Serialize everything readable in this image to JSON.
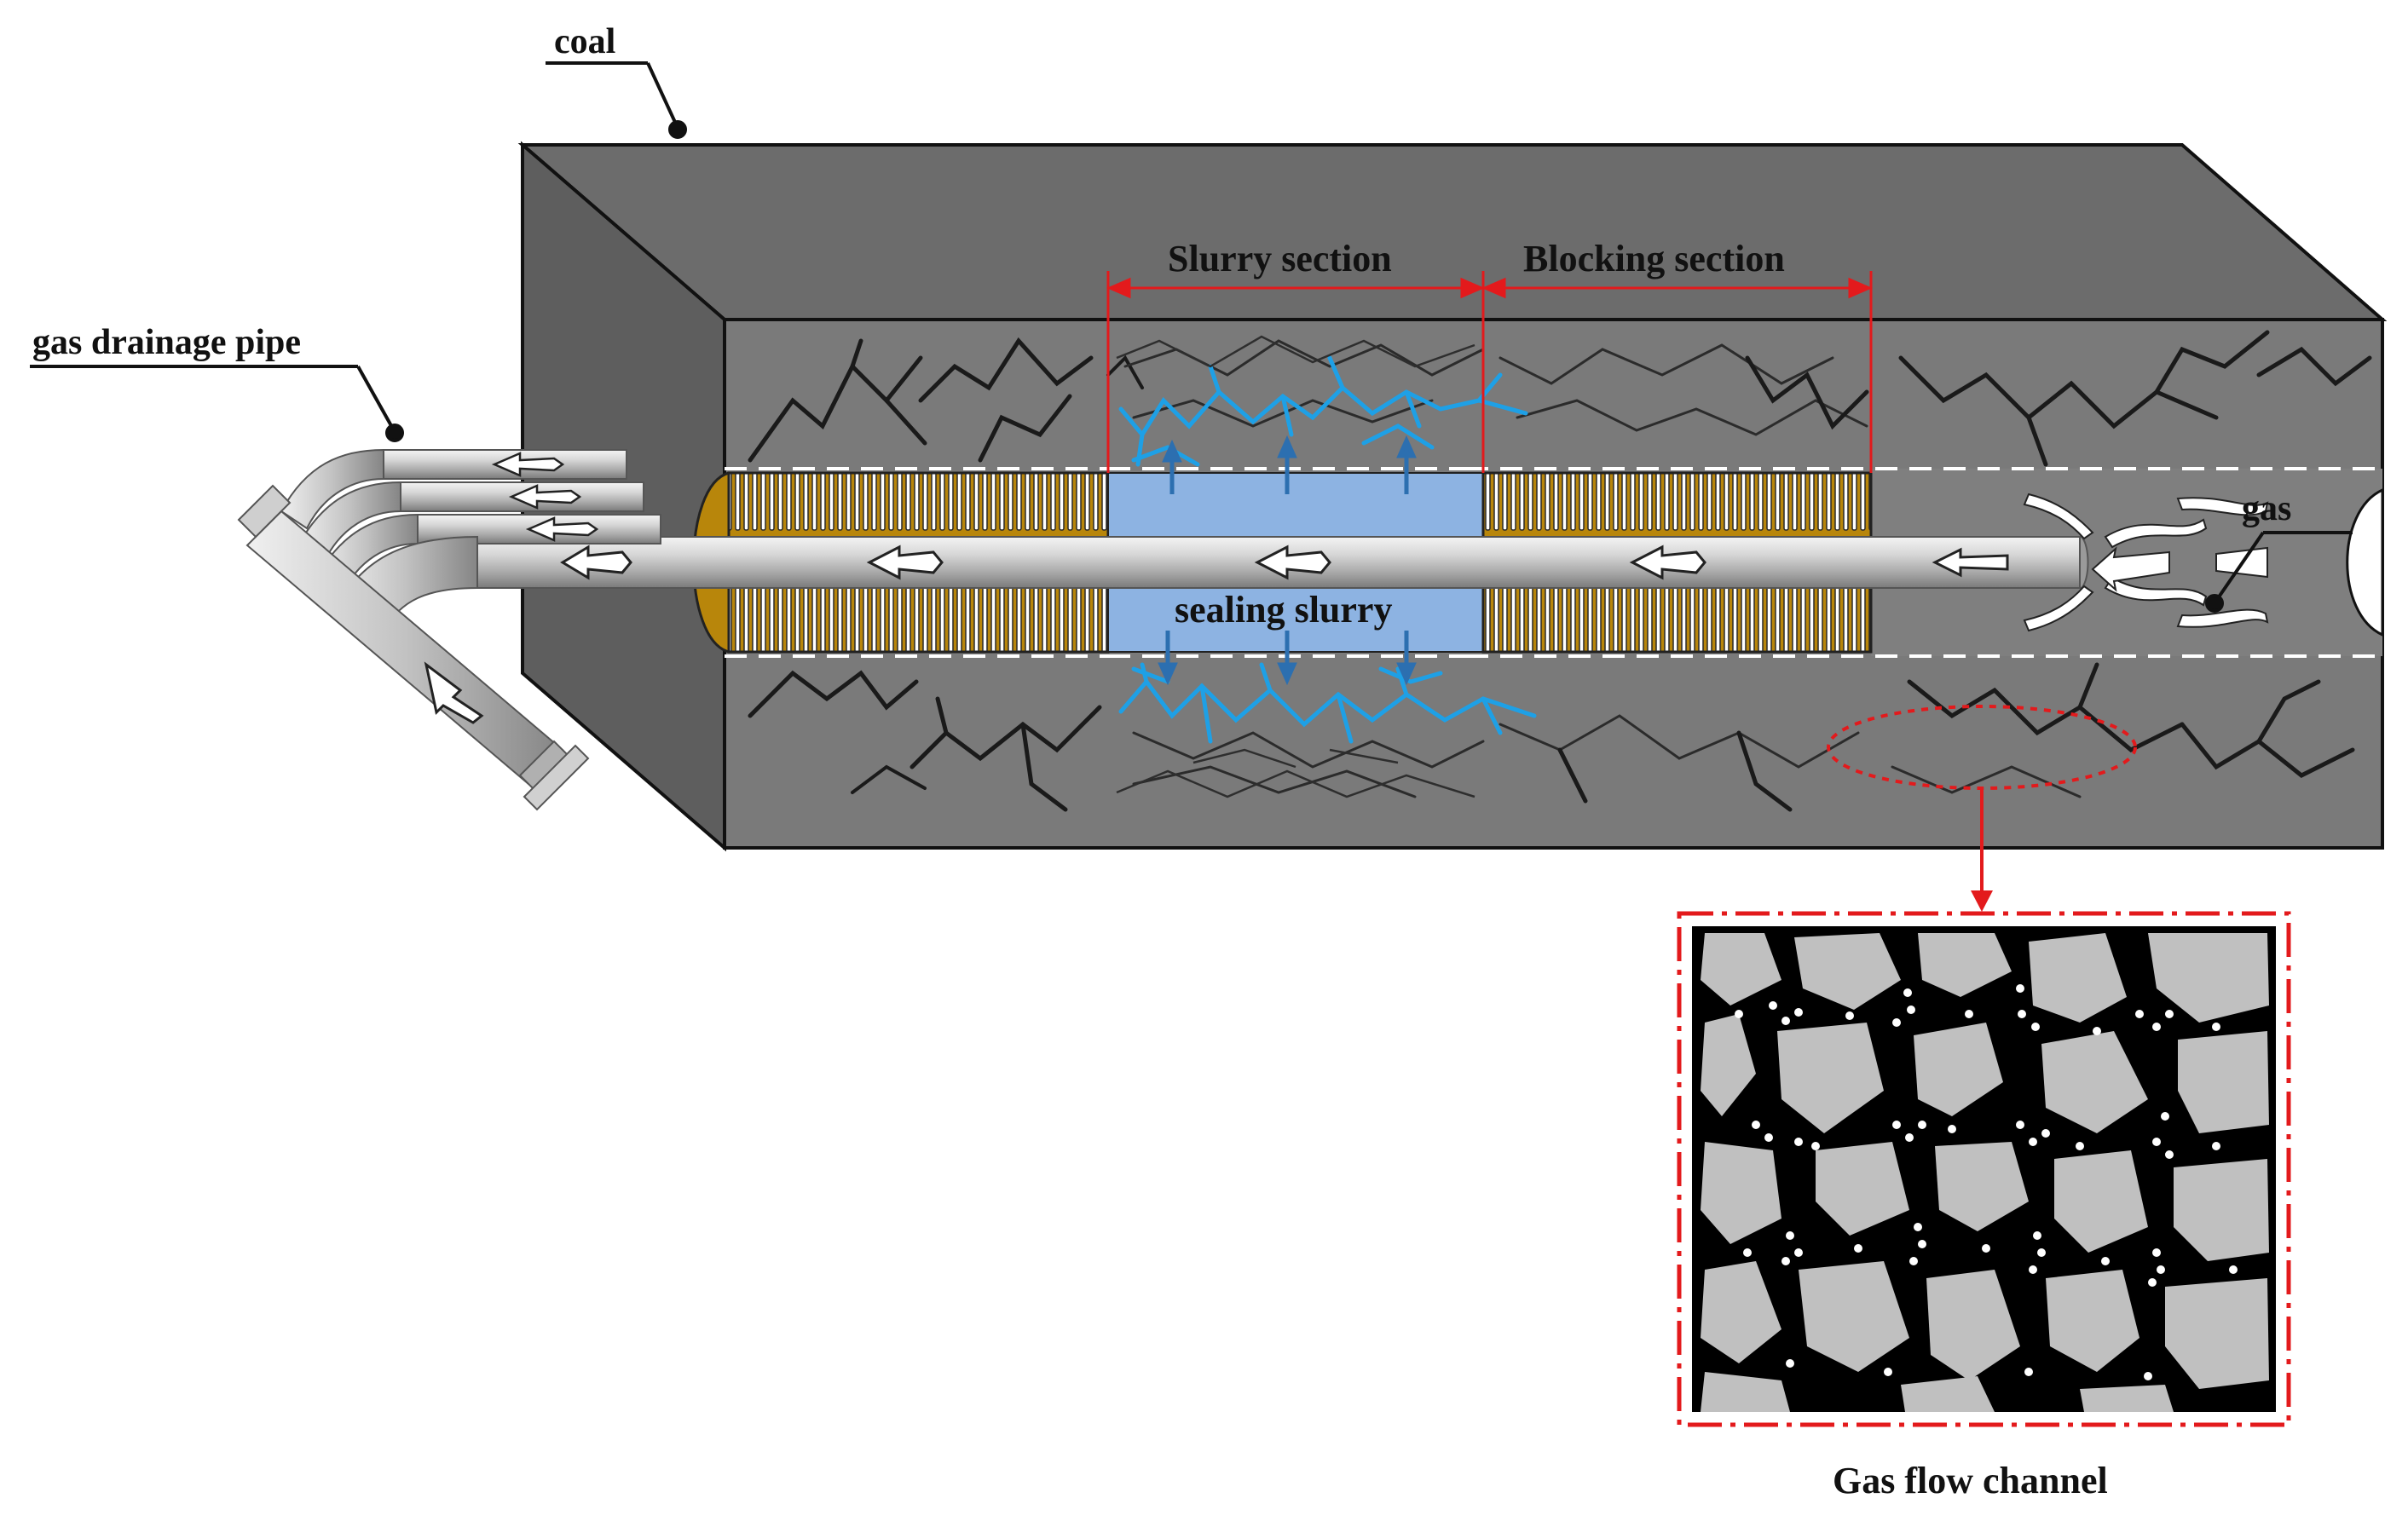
{
  "labels": {
    "coal": "coal",
    "gas_drainage_pipe": "gas drainage pipe",
    "slurry_section": "Slurry section",
    "blocking_section": "Blocking section",
    "gas": "gas",
    "sealing_slurry": "sealing slurry",
    "gas_flow_channel": "Gas flow channel"
  },
  "colors": {
    "coal_front": "#7a7a7a",
    "coal_top": "#6c6c6c",
    "coal_side": "#5e5e5e",
    "crack": "#1a1a1a",
    "slurry_fill": "#8db3e2",
    "slurry_crack": "#1ea0e6",
    "blocking_material": "#b8860b",
    "pipe": "#c8c8c8",
    "dimension_line": "#e31a1c",
    "inset_background": "#000000",
    "inset_particle": "#c0c0c0"
  }
}
